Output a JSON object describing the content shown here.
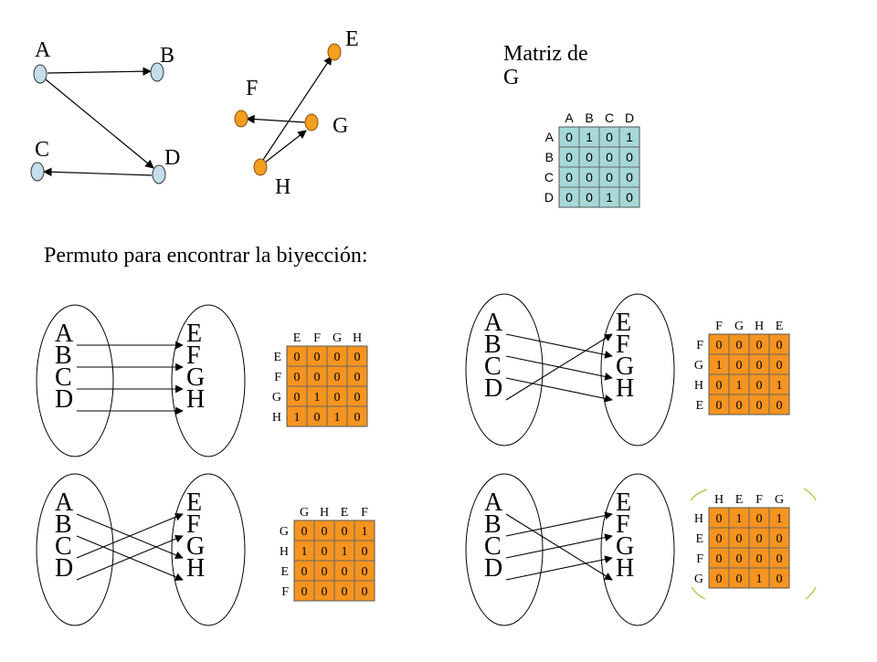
{
  "graph_g": {
    "nodes": [
      "A",
      "B",
      "C",
      "D"
    ],
    "edges": [
      [
        "A",
        "B"
      ],
      [
        "A",
        "D"
      ],
      [
        "D",
        "C"
      ]
    ],
    "color": "#c5dcea"
  },
  "graph_h": {
    "nodes": [
      "E",
      "F",
      "G",
      "H"
    ],
    "edges": [
      [
        "H",
        "E"
      ],
      [
        "H",
        "G"
      ],
      [
        "G",
        "F"
      ]
    ],
    "color": "#f49d1e"
  },
  "matrix_title": "Matriz de G",
  "matrix_g": {
    "cols": [
      "A",
      "B",
      "C",
      "D"
    ],
    "rows": [
      {
        "label": "A",
        "values": [
          "0",
          "1",
          "0",
          "1"
        ]
      },
      {
        "label": "B",
        "values": [
          "0",
          "0",
          "0",
          "0"
        ]
      },
      {
        "label": "C",
        "values": [
          "0",
          "0",
          "0",
          "0"
        ]
      },
      {
        "label": "D",
        "values": [
          "0",
          "0",
          "1",
          "0"
        ]
      }
    ],
    "fill": "#a6d8d8"
  },
  "subtitle": "Permuto para encontrar la biyección:",
  "left_letters": [
    "A",
    "B",
    "C",
    "D"
  ],
  "right_letters": [
    "E",
    "F",
    "G",
    "H"
  ],
  "orange": "#f6941f",
  "permutations": [
    {
      "mapping": [
        [
          "A",
          "E"
        ],
        [
          "B",
          "F"
        ],
        [
          "C",
          "G"
        ],
        [
          "D",
          "H"
        ]
      ],
      "cols": [
        "E",
        "F",
        "G",
        "H"
      ],
      "rows": [
        {
          "label": "E",
          "values": [
            "0",
            "0",
            "0",
            "0"
          ]
        },
        {
          "label": "F",
          "values": [
            "0",
            "0",
            "0",
            "0"
          ]
        },
        {
          "label": "G",
          "values": [
            "0",
            "1",
            "0",
            "0"
          ]
        },
        {
          "label": "H",
          "values": [
            "1",
            "0",
            "1",
            "0"
          ]
        }
      ]
    },
    {
      "mapping": [
        [
          "A",
          "F"
        ],
        [
          "B",
          "G"
        ],
        [
          "C",
          "H"
        ],
        [
          "D",
          "E"
        ]
      ],
      "cols": [
        "F",
        "G",
        "H",
        "E"
      ],
      "rows": [
        {
          "label": "F",
          "values": [
            "0",
            "0",
            "0",
            "0"
          ]
        },
        {
          "label": "G",
          "values": [
            "1",
            "0",
            "0",
            "0"
          ]
        },
        {
          "label": "H",
          "values": [
            "0",
            "1",
            "0",
            "1"
          ]
        },
        {
          "label": "E",
          "values": [
            "0",
            "0",
            "0",
            "0"
          ]
        }
      ]
    },
    {
      "mapping": [
        [
          "A",
          "G"
        ],
        [
          "B",
          "H"
        ],
        [
          "C",
          "E"
        ],
        [
          "D",
          "F"
        ]
      ],
      "cols": [
        "G",
        "H",
        "E",
        "F"
      ],
      "rows": [
        {
          "label": "G",
          "values": [
            "0",
            "0",
            "0",
            "1"
          ]
        },
        {
          "label": "H",
          "values": [
            "1",
            "0",
            "1",
            "0"
          ]
        },
        {
          "label": "E",
          "values": [
            "0",
            "0",
            "0",
            "0"
          ]
        },
        {
          "label": "F",
          "values": [
            "0",
            "0",
            "0",
            "0"
          ]
        }
      ]
    },
    {
      "mapping": [
        [
          "A",
          "H"
        ],
        [
          "B",
          "E"
        ],
        [
          "C",
          "F"
        ],
        [
          "D",
          "G"
        ]
      ],
      "cols": [
        "H",
        "E",
        "F",
        "G"
      ],
      "rows": [
        {
          "label": "H",
          "values": [
            "0",
            "1",
            "0",
            "1"
          ]
        },
        {
          "label": "E",
          "values": [
            "0",
            "0",
            "0",
            "0"
          ]
        },
        {
          "label": "F",
          "values": [
            "0",
            "0",
            "0",
            "0"
          ]
        },
        {
          "label": "G",
          "values": [
            "0",
            "0",
            "1",
            "0"
          ]
        }
      ]
    }
  ]
}
